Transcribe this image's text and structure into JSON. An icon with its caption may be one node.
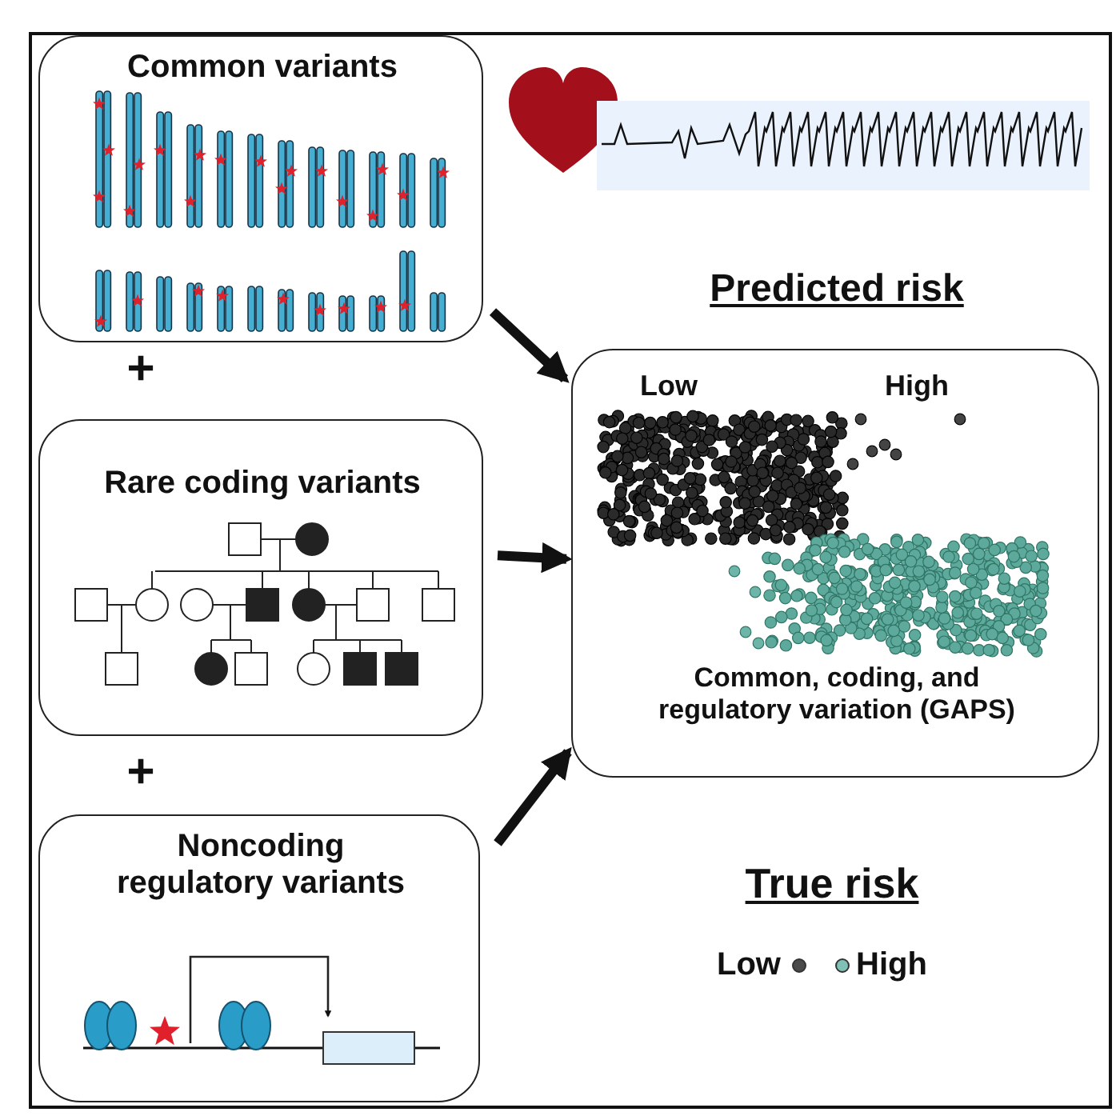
{
  "diagram": {
    "nodes": [
      {
        "text": [
          "Common variants"
        ]
      },
      {
        "text": [
          "Rare coding variants"
        ]
      },
      {
        "text": [
          "Noncoding regulatory variants"
        ]
      },
      {
        "text": [
          "Predicted risk",
          "Low",
          "High",
          "Common, coding, and regulatory variation (GAPS)"
        ]
      }
    ],
    "edges": [
      {
        "from": 0,
        "to": 3,
        "arrow": "to"
      },
      {
        "from": 1,
        "to": 3,
        "arrow": "to"
      },
      {
        "from": 2,
        "to": 3,
        "arrow": "to"
      }
    ],
    "labels": [
      "+",
      "+",
      "True risk"
    ],
    "legend": [
      {
        "text": "Low",
        "color": "#4a4a4a"
      },
      {
        "text": "High",
        "color": "#7fc1b6"
      }
    ]
  }
}
